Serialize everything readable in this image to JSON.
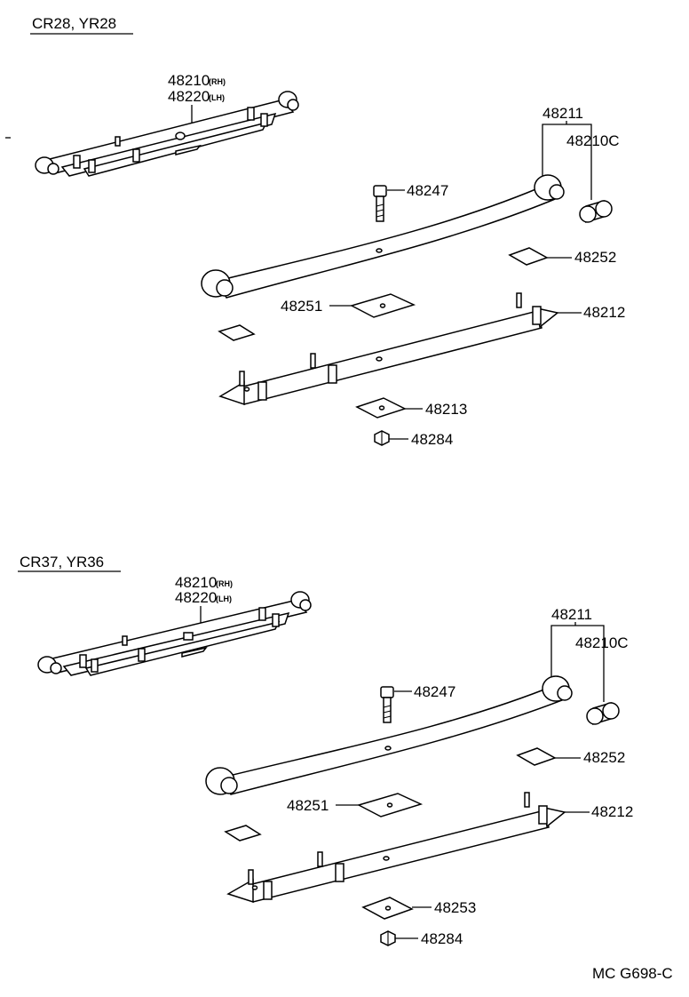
{
  "sections": [
    {
      "title": "CR28, YR28",
      "assembly": {
        "number": "48210",
        "rh": "(RH)",
        "number_lh": "48220",
        "lh": "(LH)"
      },
      "labels": {
        "48211": "48211",
        "48210C": "48210C",
        "48247": "48247",
        "48252": "48252",
        "48251": "48251",
        "48212": "48212",
        "48213": "48213",
        "48284": "48284"
      }
    },
    {
      "title": "CR37, YR36",
      "assembly": {
        "number": "48210",
        "rh": "(RH)",
        "number_lh": "48220",
        "lh": "(LH)"
      },
      "labels": {
        "48211": "48211",
        "48210C": "48210C",
        "48247": "48247",
        "48252": "48252",
        "48251": "48251",
        "48212": "48212",
        "48253": "48253",
        "48284": "48284"
      }
    }
  ],
  "footer": {
    "code": "MC G698-C"
  }
}
